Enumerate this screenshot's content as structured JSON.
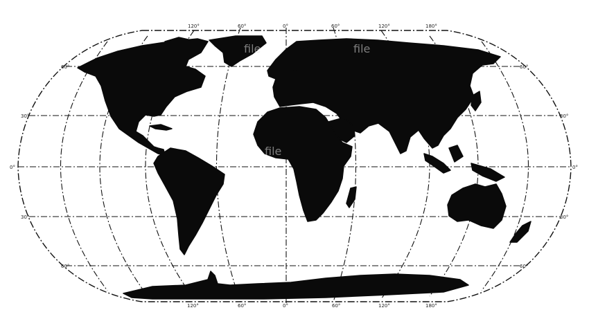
{
  "map": {
    "projection": "Robinson",
    "style": "black landmasses on white with dash-dot graticule",
    "colors": {
      "land": "#0a0a0a",
      "background": "#ffffff",
      "graticule": "#111111"
    },
    "top_labels": [
      "120°",
      "60°",
      "0°",
      "60°",
      "120°",
      "180°"
    ],
    "bottom_labels": [
      "120°",
      "60°",
      "0°",
      "60°",
      "120°",
      "180°"
    ],
    "left_labels": [
      "60°",
      "30°",
      "0°",
      "30°",
      "60°"
    ],
    "right_labels": [
      "60°",
      "30°",
      "0°",
      "30°",
      "60°"
    ],
    "watermark": "file"
  }
}
